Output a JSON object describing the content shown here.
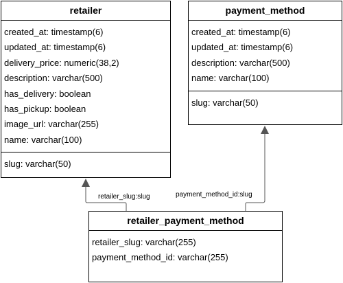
{
  "entities": {
    "retailer": {
      "title": "retailer",
      "fields": [
        "created_at: timestamp(6)",
        "updated_at: timestamp(6)",
        "delivery_price: numeric(38,2)",
        "description: varchar(500)",
        "has_delivery: boolean",
        "has_pickup: boolean",
        "image_url: varchar(255)",
        "name: varchar(100)"
      ],
      "keys": [
        "slug: varchar(50)"
      ]
    },
    "payment_method": {
      "title": "payment_method",
      "fields": [
        "created_at: timestamp(6)",
        "updated_at: timestamp(6)",
        "description: varchar(500)",
        "name: varchar(100)"
      ],
      "keys": [
        "slug: varchar(50)"
      ]
    },
    "retailer_payment_method": {
      "title": "retailer_payment_method",
      "fields": [
        "retailer_slug: varchar(255)",
        "payment_method_id: varchar(255)"
      ]
    }
  },
  "relations": {
    "to_retailer": "retailer_slug:slug",
    "to_payment_method": "payment_method_id:slug"
  }
}
